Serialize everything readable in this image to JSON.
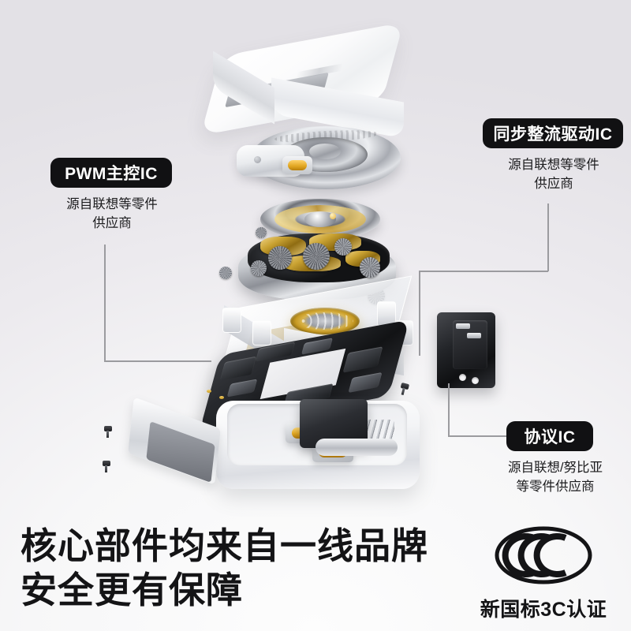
{
  "page": {
    "background_top_color": "#e3e1e6",
    "background_bottom_color": "#fdfdfd",
    "accent_badge_color": "#111113",
    "badge_text_color": "#ffffff",
    "leader_line_color": "#9b9b9f",
    "text_color": "#141416"
  },
  "callouts": [
    {
      "id": "pwm",
      "badge": "PWM主控IC",
      "caption": "源自联想等零件\n供应商"
    },
    {
      "id": "sync-rectifier",
      "badge": "同步整流驱动IC",
      "caption": "源自联想等零件\n供应商"
    },
    {
      "id": "protocol",
      "badge": "协议IC",
      "caption": "源自联想/努比亚\n等零件供应商"
    }
  ],
  "headline": "核心部件均来自一线品牌\n安全更有保障",
  "certification": {
    "mark_name": "ccc-mark",
    "caption": "新国标3C认证"
  },
  "product": {
    "name": "exploded-power-bank-diagram",
    "layers": [
      "top-white-shell",
      "metal-disc-with-usb-c-connector",
      "rotor-plate",
      "gear-movement-cluster",
      "clear-acrylic-tray-with-coil",
      "black-pcb-shield",
      "black-connector-module",
      "bottom-shell-with-usb-c-ports",
      "metal-bracket-and-screws"
    ]
  }
}
